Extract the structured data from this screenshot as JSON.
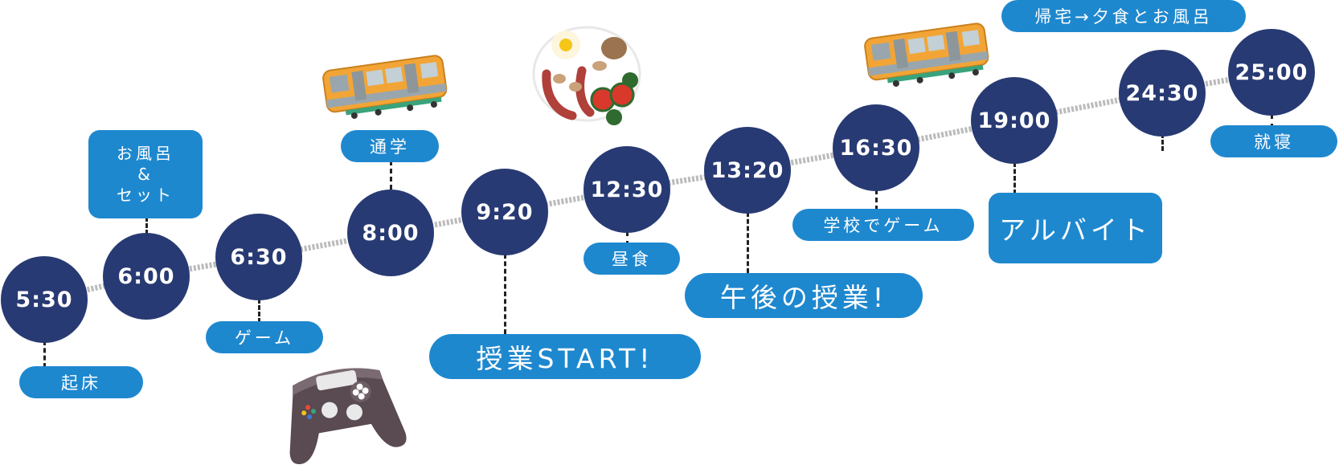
{
  "colors": {
    "node": "#283a73",
    "label": "#1e88cf",
    "path": "#bbbbbb",
    "text": "#ffffff"
  },
  "icons": [
    "train-icon",
    "breakfast-plate-icon",
    "game-controller-icon"
  ],
  "timeline": [
    {
      "time": "5:30",
      "label": "起床"
    },
    {
      "time": "6:00",
      "label": "お風呂\n&\nセット"
    },
    {
      "time": "6:30",
      "label": "ゲーム"
    },
    {
      "time": "8:00",
      "label": "通学"
    },
    {
      "time": "9:20",
      "label": "授業START!"
    },
    {
      "time": "12:30",
      "label": "昼食"
    },
    {
      "time": "13:20",
      "label": "午後の授業!"
    },
    {
      "time": "16:30",
      "label": "学校でゲーム"
    },
    {
      "time": "19:00",
      "label": "アルバイト"
    },
    {
      "time": "24:30",
      "label": "帰宅→夕食とお風呂"
    },
    {
      "time": "25:00",
      "label": "就寝"
    }
  ]
}
